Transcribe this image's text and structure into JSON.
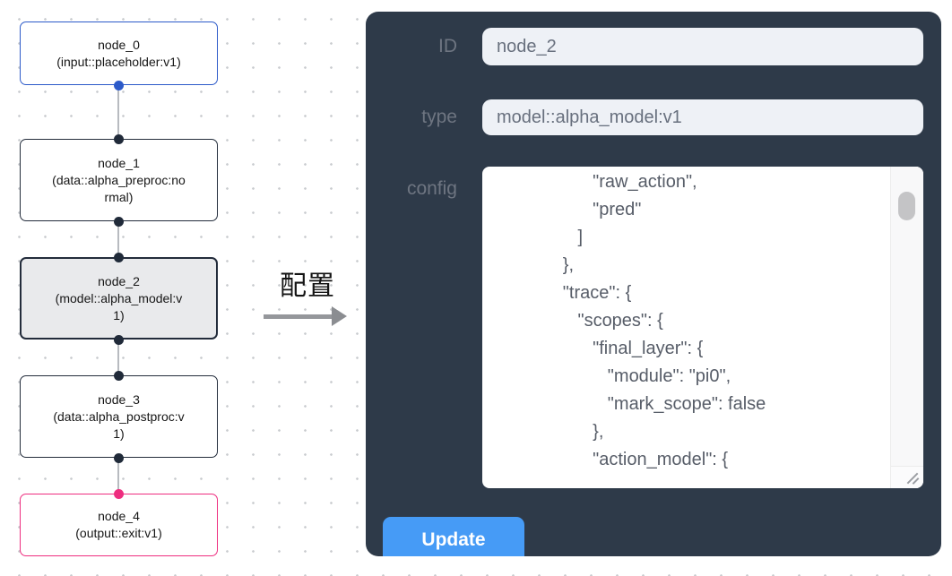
{
  "canvas": {
    "nodes": [
      {
        "name": "node_0",
        "type_label": "(input::placeholder:v1)",
        "accent": "#2c5ac9",
        "selected": false
      },
      {
        "name": "node_1",
        "type_label": "(data::alpha_preproc:normal)",
        "accent": "#232c3b",
        "selected": false
      },
      {
        "name": "node_2",
        "type_label": "(model::alpha_model:v1)",
        "accent": "#232c3b",
        "selected": true
      },
      {
        "name": "node_3",
        "type_label": "(data::alpha_postproc:v1)",
        "accent": "#232c3b",
        "selected": false
      },
      {
        "name": "node_4",
        "type_label": "(output::exit:v1)",
        "accent": "#ee2d7f",
        "selected": false
      }
    ]
  },
  "transition": {
    "label": "配置"
  },
  "panel": {
    "fields": [
      {
        "label": "ID",
        "value": "node_2"
      },
      {
        "label": "type",
        "value": "model::alpha_model:v1"
      },
      {
        "label": "config",
        "value": "                    \"raw_action\",\n                    \"pred\"\n                 ]\n              },\n              \"trace\": {\n                 \"scopes\": {\n                    \"final_layer\": {\n                       \"module\": \"pi0\",\n                       \"mark_scope\": false\n                    },\n                    \"action_model\": {"
      }
    ],
    "update_label": "Update"
  },
  "colors": {
    "panel_bg": "#2e3a49",
    "input_bg": "#eef1f6",
    "button_blue": "#469bf6",
    "node_blue": "#2c5ac9",
    "node_pink": "#ee2d7f",
    "node_dark": "#232c3b",
    "selected_node_bg": "#e9eaec"
  }
}
